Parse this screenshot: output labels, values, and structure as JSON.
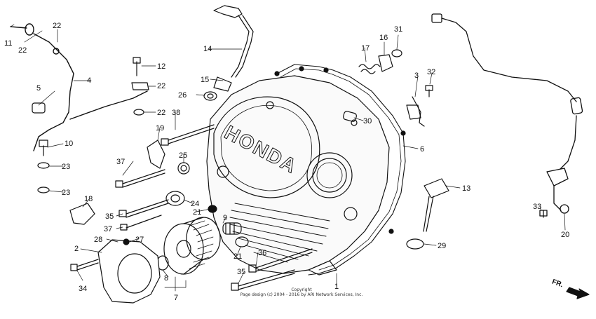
{
  "diagram": {
    "brand": "HONDA",
    "callouts": [
      "11",
      "22",
      "22",
      "4",
      "5",
      "10",
      "23",
      "23",
      "14",
      "15",
      "26",
      "12",
      "22",
      "22",
      "38",
      "19",
      "37",
      "25",
      "18",
      "35",
      "24",
      "21",
      "9",
      "37",
      "28",
      "27",
      "2",
      "34",
      "8",
      "7",
      "21",
      "36",
      "35",
      "1",
      "30",
      "17",
      "16",
      "31",
      "3",
      "32",
      "6",
      "13",
      "29",
      "33",
      "20"
    ],
    "copyright": "Copyright",
    "copyright_line": "Page design (c) 2004 - 2016 by ARI Network Services, Inc.",
    "direction_label": "FR."
  }
}
